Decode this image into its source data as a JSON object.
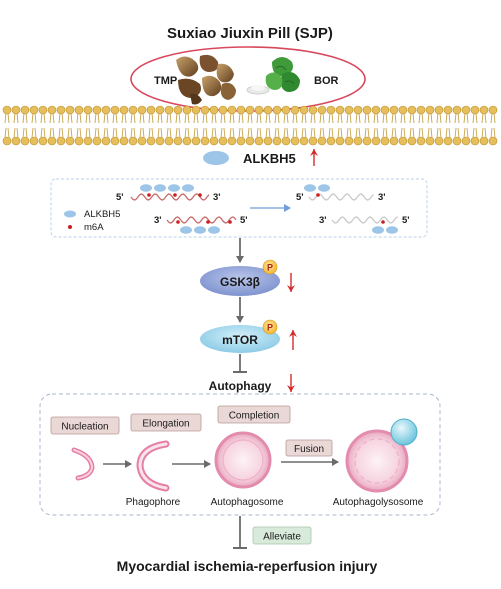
{
  "title": "Suxiao Jiuxin Pill (SJP)",
  "components": {
    "left": "TMP",
    "right": "BOR"
  },
  "regulator": {
    "name": "ALKBH5",
    "direction": "up"
  },
  "legend": {
    "protein": "ALKBH5",
    "mark": "m6A"
  },
  "strand_ends": {
    "five": "5'",
    "three": "3'"
  },
  "signals": [
    {
      "name": "GSK3β",
      "phospho": "P",
      "direction": "down"
    },
    {
      "name": "mTOR",
      "phospho": "P",
      "direction": "up"
    }
  ],
  "autophagy": {
    "label": "Autophagy",
    "direction": "down"
  },
  "stages": {
    "nucleation": "Nucleation",
    "elongation": "Elongation",
    "completion": "Completion",
    "fusion": "Fusion"
  },
  "structures": {
    "phagophore": "Phagophore",
    "autophagosome": "Autophagosome",
    "autophagolysosome": "Autophagolysosome"
  },
  "effect": "Alleviate",
  "outcome": "Myocardial ischemia-reperfusion injury",
  "colors": {
    "ellipse_border": "#d9475b",
    "membrane_head": "#e6bf5c",
    "dna_strand": "#c96b6b",
    "m6a_mark": "#cc1f1f",
    "alkbh5": "#9cc5e8",
    "gsk3b": "#8fa1d6",
    "mtor": "#9fd6ee",
    "phospho": "#f7c948",
    "arrow_red": "#d42a2a",
    "stage_box": "#ead8d6",
    "alleviate_box": "#d8ead9",
    "autophagy_pink": "#e57fa6"
  },
  "icons": [
    "herb-root-photo",
    "herb-leaf-photo",
    "lipid-bilayer",
    "mrna-strand",
    "phagophore",
    "autophagosome",
    "lysosome"
  ]
}
